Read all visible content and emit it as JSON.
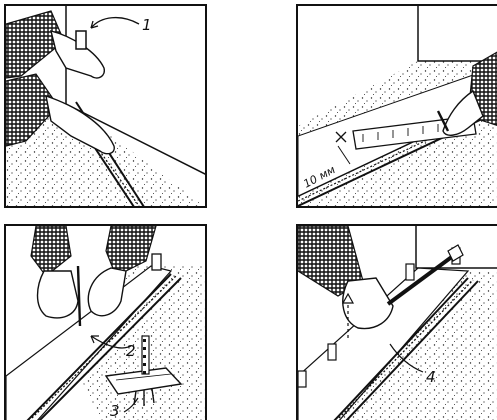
{
  "panels": [
    {
      "callouts": [
        "1"
      ]
    },
    {
      "dimension": "10 мм"
    },
    {
      "callouts": [
        "2",
        "3"
      ]
    },
    {
      "callouts": [
        "4"
      ]
    }
  ],
  "colors": {
    "ink": "#111111",
    "paper": "#ffffff"
  }
}
